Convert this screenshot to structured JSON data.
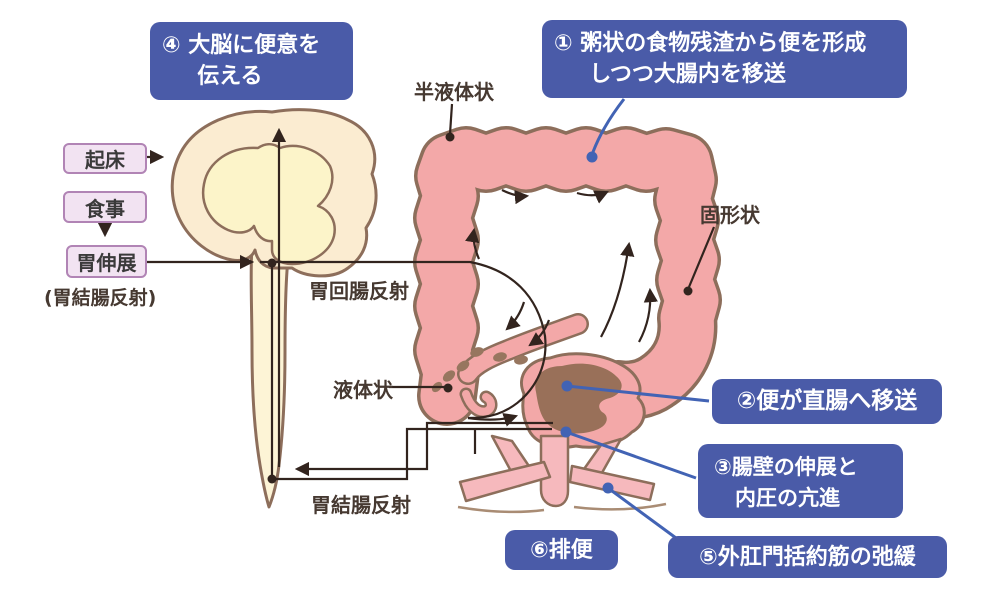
{
  "callouts": {
    "c1": "① 粥状の食物残渣から便を形成\nしつつ大腸内を移送",
    "c2": "②便が直腸へ移送",
    "c3": "③腸壁の伸展と\n内圧の亢進",
    "c4": "④ 大脳に便意を\n伝える",
    "c5": "⑤外肛門括約筋の弛緩",
    "c6": "⑥排便"
  },
  "triggers": {
    "wake": "起床",
    "meal": "食事",
    "stomach_stretch": "胃伸展",
    "note": "(胃結腸反射)"
  },
  "labels": {
    "semi_liquid": "半液体状",
    "solid": "固形状",
    "liquid": "液体状",
    "gastroileal_reflex": "胃回腸反射",
    "gastrocolic_reflex": "胃結腸反射"
  },
  "colors": {
    "callout_blue": "#4a5ba8",
    "connector_blue": "#4263b4",
    "trigger_fill": "#f2e3f2",
    "trigger_border": "#b184b5",
    "intestine_pink": "#f3a8a8",
    "outline_brown": "#8d6e5b",
    "feces_brown": "#997059",
    "brain_cream": "#fbecd1",
    "brain_inner": "#fcf4c9",
    "muscle_pink": "#f6b9bd",
    "nerve_line": "#32241e",
    "label_text": "#463931"
  }
}
